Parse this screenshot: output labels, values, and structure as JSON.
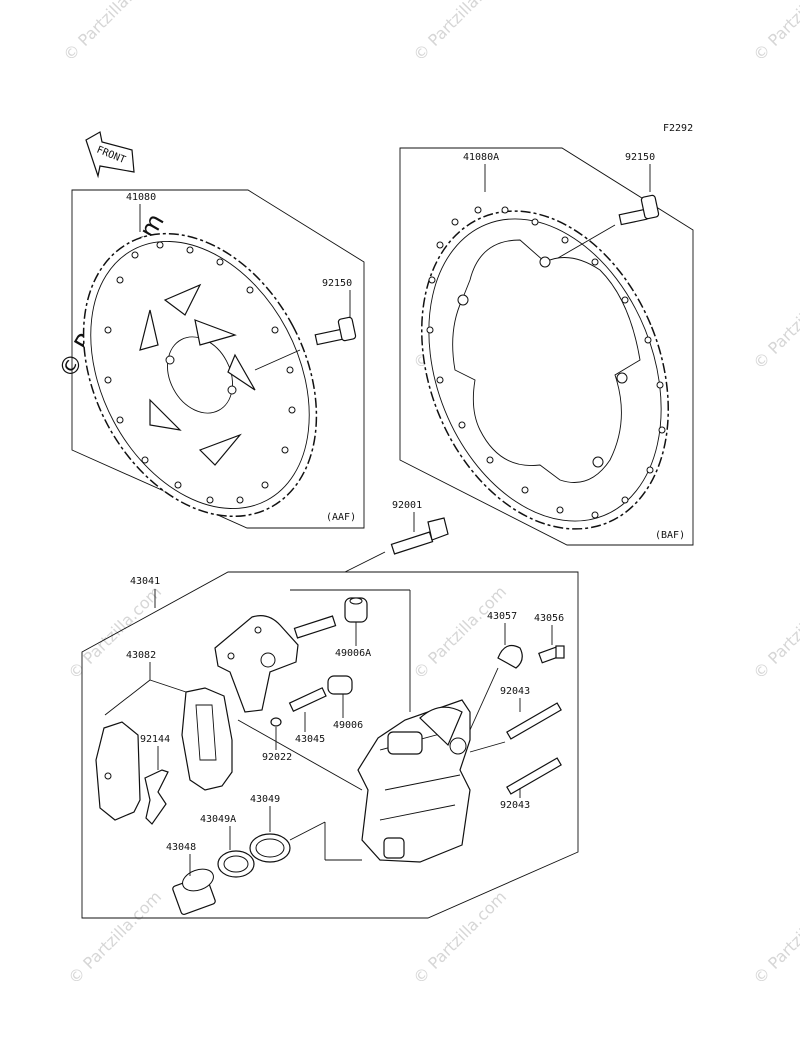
{
  "diagram": {
    "figure_code": "F2292",
    "front_label": "FRONT",
    "watermark_text": "© Partzilla.com",
    "variants": {
      "left": "(AAF)",
      "right": "(BAF)"
    },
    "parts": {
      "p41080": "41080",
      "p41080A": "41080A",
      "p92150_left": "92150",
      "p92150_right": "92150",
      "p92001": "92001",
      "p43041": "43041",
      "p43082": "43082",
      "p92144": "92144",
      "p43057": "43057",
      "p43056": "43056",
      "p49006A": "49006A",
      "p49006": "49006",
      "p43045": "43045",
      "p92022": "92022",
      "p92043_top": "92043",
      "p92043_bottom": "92043",
      "p43049": "43049",
      "p43049A": "43049A",
      "p43048": "43048"
    },
    "colors": {
      "line": "#111111",
      "watermark": "#d6d6d6",
      "background": "#ffffff"
    }
  }
}
